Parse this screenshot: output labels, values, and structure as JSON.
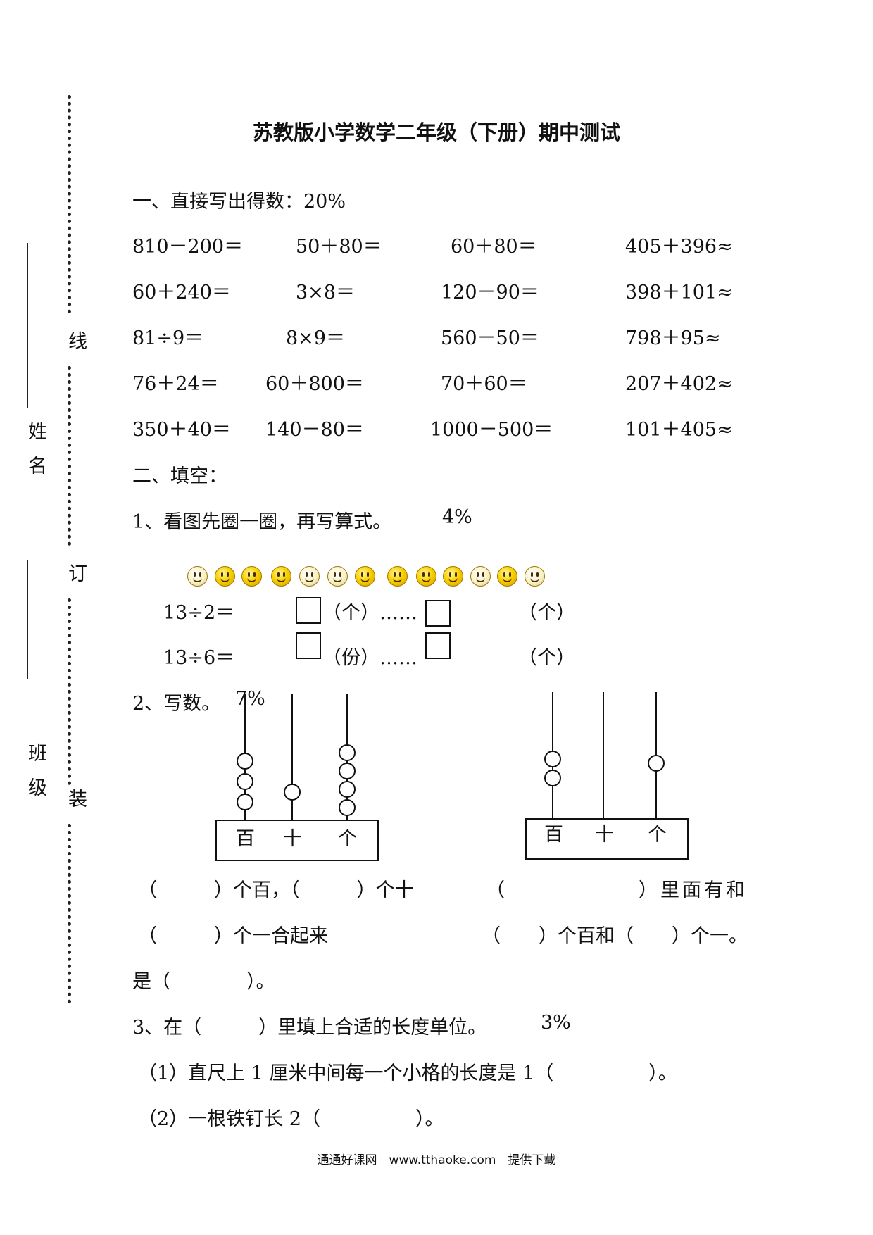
{
  "title": "苏教版小学数学二年级（下册）期中测试",
  "margin": {
    "name_label": "姓名",
    "class_label": "班级",
    "line_char": "线",
    "ding_char": "订",
    "zhuang_char": "装"
  },
  "section1": {
    "heading": "一、直接写出得数：20%",
    "rows": [
      [
        "810－200＝",
        "50＋80＝",
        "60＋80＝",
        "405＋396≈"
      ],
      [
        "60＋240＝",
        "3×8＝",
        "120－90＝",
        "398＋101≈"
      ],
      [
        "81÷9＝",
        "8×9＝",
        "560－50＝",
        "798＋95≈"
      ],
      [
        "76＋24＝",
        "60＋800＝",
        "70＋60＝",
        "207＋402≈"
      ],
      [
        "350＋40＝",
        "140－80＝",
        "1000－500＝",
        "101＋405≈"
      ]
    ]
  },
  "section2": {
    "heading": "二、填空：",
    "q1": {
      "label": "1、看图先圈一圈，再写算式。",
      "score": "4%",
      "face_count": 13,
      "line1_expr": "13÷2＝",
      "line1_unit1": "（个）……",
      "line1_unit2": "（个）",
      "line2_expr": "13÷6＝",
      "line2_unit1": "（份）……",
      "line2_unit2": "（个）"
    },
    "q2": {
      "label": "2、写数。",
      "score": "7%",
      "abacus_left": {
        "hundreds": 3,
        "tens": 1,
        "ones": 4
      },
      "abacus_right": {
        "hundreds": 2,
        "tens": 0,
        "ones": 1
      },
      "place_hundreds": "百",
      "place_tens": "十",
      "place_ones": "个",
      "left_text1": "（　　　）个百，（　　　）个十",
      "left_text2": "（　　　）个一合起来",
      "left_text3": "是（　　　　）。",
      "right_text1": "（　　　　　　）里面有和",
      "right_text2": "（　　）个百和（　　）个一。"
    },
    "q3": {
      "label": "3、在（　　　）里填上合适的长度单位。",
      "score": "3%",
      "item1": "（1）直尺上 1 厘米中间每一个小格的长度是 1（　　　　　）。",
      "item2": "（2）一根铁钉长 2（　　　　　）。"
    }
  },
  "footer": "通通好课网　www.tthaoke.com　提供下载"
}
